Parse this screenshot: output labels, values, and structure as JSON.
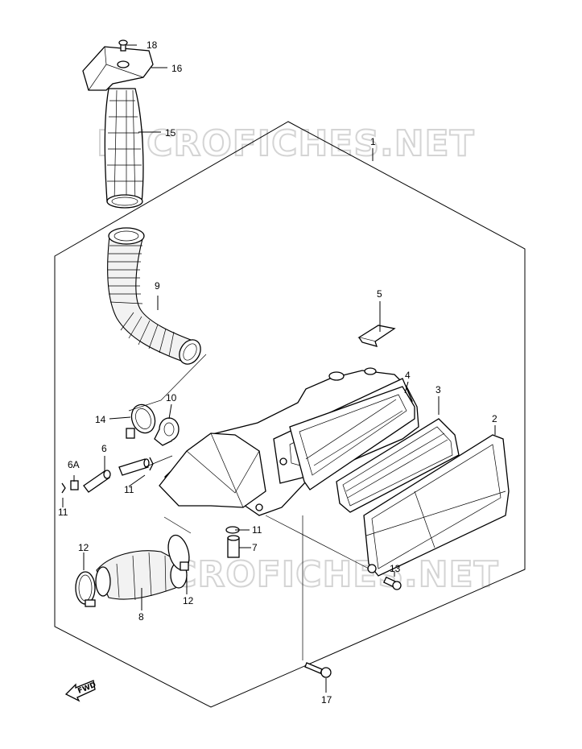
{
  "watermarks": [
    "MICROFICHES.NET",
    "MICROFICHES.NET"
  ],
  "fwd_label": "FWD",
  "callouts": {
    "c18": "18",
    "c16": "16",
    "c15": "15",
    "c1": "1",
    "c9": "9",
    "c5": "5",
    "c4": "4",
    "c3": "3",
    "c2": "2",
    "c10": "10",
    "c14": "14",
    "c6": "6",
    "c6A": "6A",
    "c11a": "11",
    "c11b": "11",
    "c11c": "11",
    "c7": "7",
    "c12a": "12",
    "c12b": "12",
    "c8": "8",
    "c13": "13",
    "c17": "17"
  }
}
